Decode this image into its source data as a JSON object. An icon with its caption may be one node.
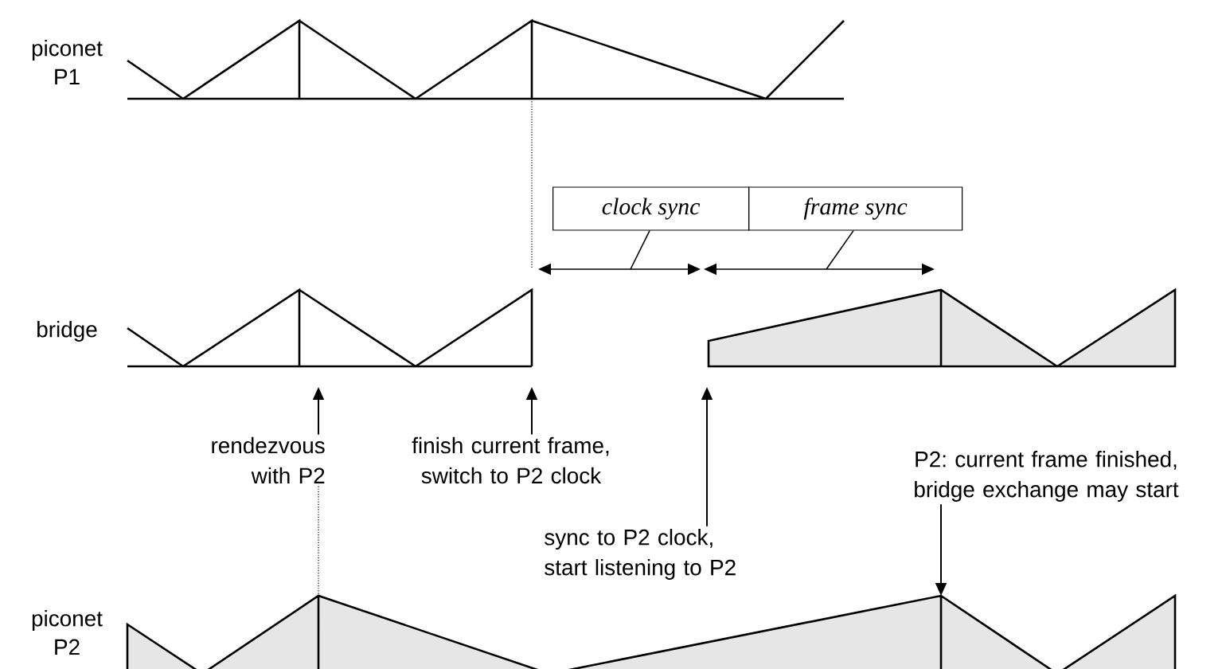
{
  "diagram": {
    "nodes": [
      {
        "text": [
          "clock sync"
        ]
      },
      {
        "text": [
          "frame sync"
        ]
      },
      {
        "text": [
          "rendezvous with P2"
        ]
      },
      {
        "text": [
          "finish current frame, switch to P2 clock"
        ]
      },
      {
        "text": [
          "P2: current frame finished, bridge exchange may start"
        ]
      },
      {
        "text": [
          "sync to P2 clock, start listening to P2"
        ]
      },
      {
        "text": [],
        "shape": "picture"
      }
    ],
    "edges": [
      {
        "from": 0,
        "to": null,
        "arrow": "none"
      },
      {
        "from": 1,
        "to": null,
        "arrow": "none"
      },
      {
        "from": 2,
        "to": null,
        "arrow": "to"
      },
      {
        "from": 3,
        "to": null,
        "arrow": "to"
      },
      {
        "from": 5,
        "to": null,
        "arrow": "to"
      },
      {
        "from": 4,
        "to": 6,
        "arrow": "to"
      },
      {
        "from": 2,
        "to": 6,
        "arrow": "none",
        "style": "dashed"
      }
    ],
    "labels": [
      "piconet P1",
      "bridge",
      "piconet P2"
    ]
  }
}
